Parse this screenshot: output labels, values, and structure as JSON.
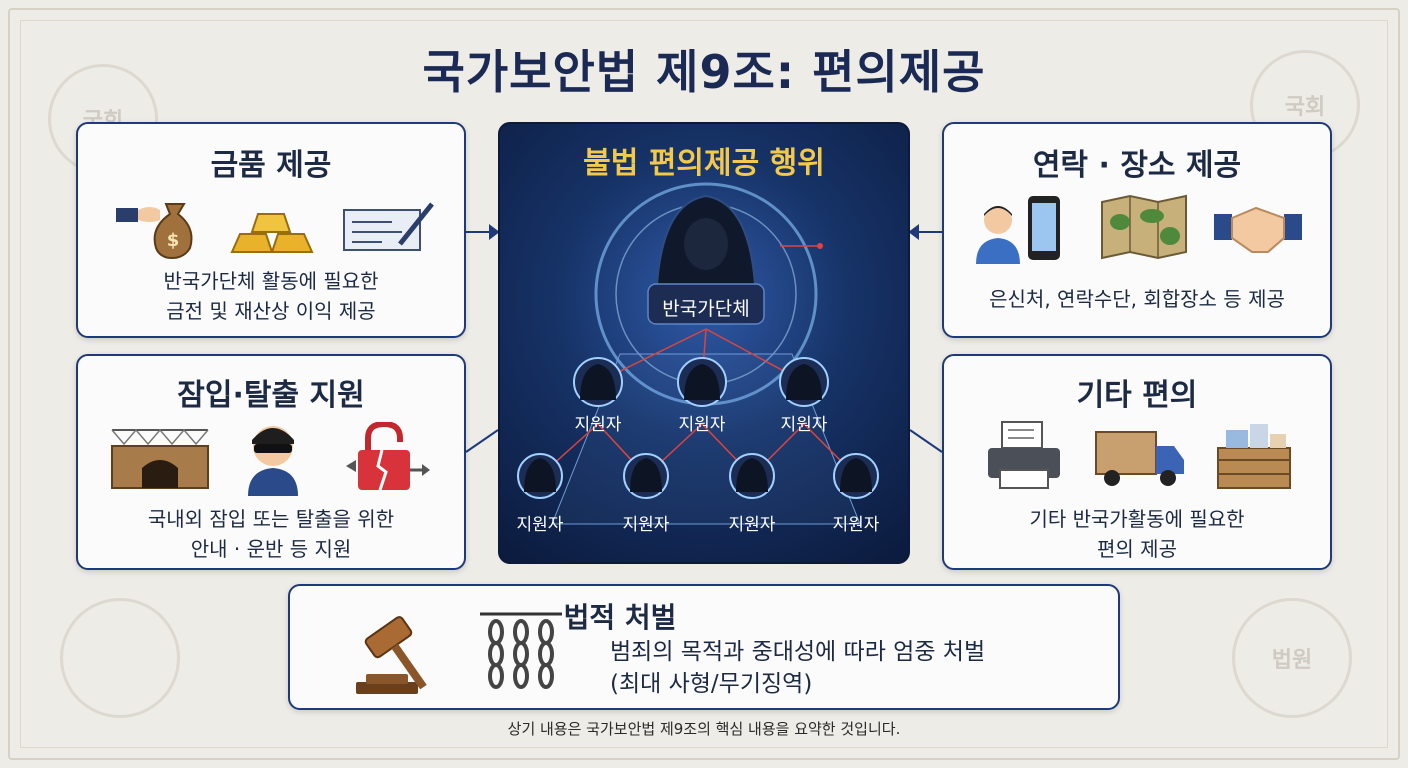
{
  "title": "국가보안법 제9조: 편의제공",
  "seals": {
    "left": "국회",
    "right": "국회",
    "bottom_right": "법원"
  },
  "cards": {
    "money": {
      "title": "금품 제공",
      "desc_line1": "반국가단체 활동에 필요한",
      "desc_line2": "금전 및 재산상 이익 제공"
    },
    "contact": {
      "title": "연락 · 장소 제공",
      "desc_line1": "은신처, 연락수단, 회합장소 등 제공"
    },
    "infiltration": {
      "title": "잠입·탈출 지원",
      "desc_line1": "국내외 잠입 또는 탈출을 위한",
      "desc_line2": "안내 · 운반 등 지원"
    },
    "other": {
      "title": "기타 편의",
      "desc_line1": "기타 반국가활동에 필요한",
      "desc_line2": "편의 제공"
    }
  },
  "center": {
    "title": "불법 편의제공 행위",
    "leader": "반국가단체",
    "supporters_row1": [
      "지원자",
      "지원자",
      "지원자"
    ],
    "supporters_row2": [
      "지원자",
      "지원자",
      "지원자",
      "지원자"
    ]
  },
  "penalty": {
    "title": "법적 처벌",
    "desc_line1": "범죄의 목적과 중대성에 따라 엄중 처벌",
    "desc_line2": "(최대 사형/무기징역)"
  },
  "footer": "상기 내용은 국가보안법 제9조의 핵심 내용을 요약한 것입니다.",
  "colors": {
    "navy": "#1f3a7a",
    "accent_gold": "#f4c84a",
    "link_red": "#d9383a"
  }
}
